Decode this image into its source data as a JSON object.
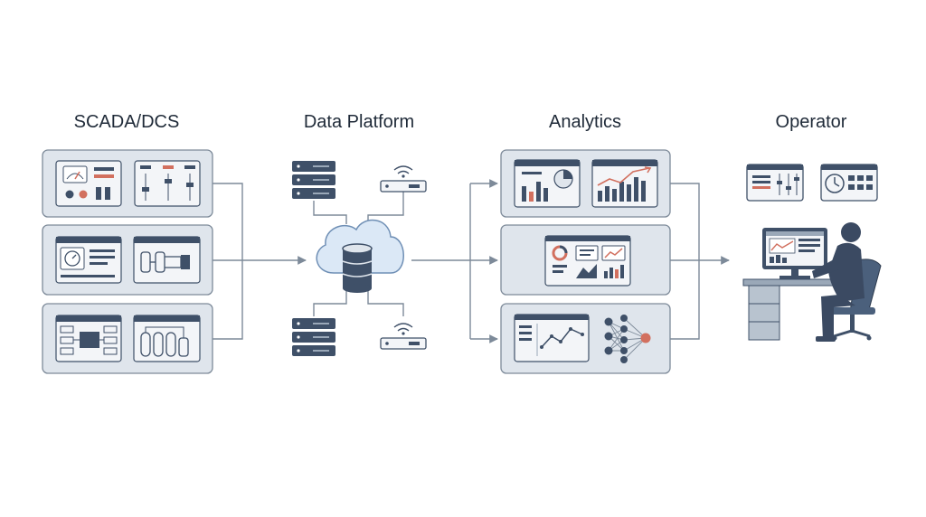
{
  "columns": [
    {
      "id": "scada",
      "title": "SCADA/DCS"
    },
    {
      "id": "platform",
      "title": "Data Platform"
    },
    {
      "id": "analytics",
      "title": "Analytics"
    },
    {
      "id": "operator",
      "title": "Operator"
    }
  ],
  "colors": {
    "panel_fill": "#dfe5ec",
    "panel_stroke": "#7d8a99",
    "screen_fill": "#f3f5f8",
    "dark": "#3f5068",
    "accent_red": "#d2705f",
    "accent_orange": "#e39a6c",
    "cloud_fill": "#dbe8f6",
    "line": "#7d8a99"
  }
}
